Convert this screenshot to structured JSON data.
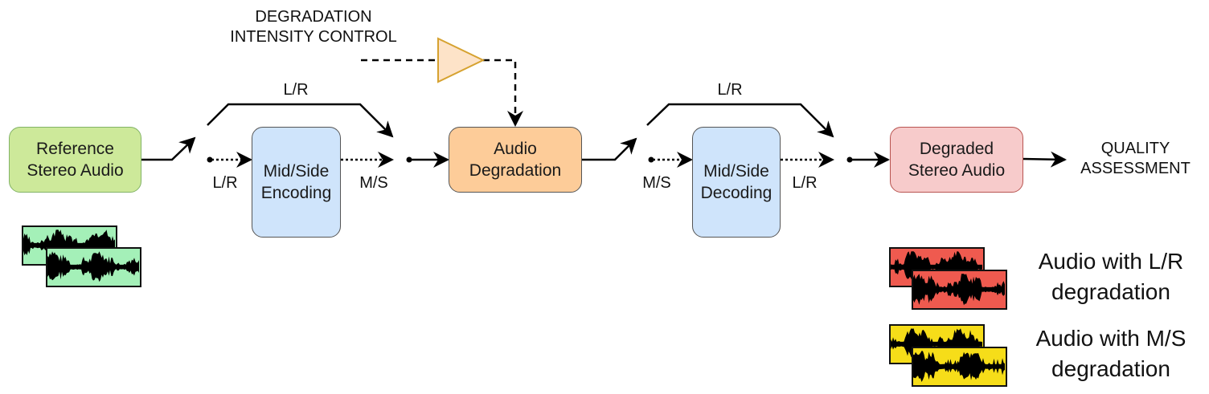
{
  "blocks": {
    "reference": {
      "label": "Reference\nStereo Audio",
      "fill": "#cde99a",
      "stroke": "#82b366"
    },
    "ms_encoding": {
      "label": "Mid/Side\nEncoding",
      "fill": "#cfe4fb",
      "stroke": "#555555"
    },
    "degradation": {
      "label": "Audio\nDegradation",
      "fill": "#fdcc99",
      "stroke": "#555555"
    },
    "ms_decoding": {
      "label": "Mid/Side\nDecoding",
      "fill": "#cfe4fb",
      "stroke": "#555555"
    },
    "degraded": {
      "label": "Degraded\nStereo Audio",
      "fill": "#f7cbcb",
      "stroke": "#b85450"
    }
  },
  "amplifier": {
    "fill": "#fde3c8",
    "stroke": "#d6a230"
  },
  "labels": {
    "intensity_control": "DEGRADATION\nINTENSITY CONTROL",
    "bypass_1": "L/R",
    "bypass_2": "L/R",
    "enc_in": "L/R",
    "enc_out": "M/S",
    "dec_in": "M/S",
    "dec_out": "L/R",
    "quality": "QUALITY\nASSESSMENT"
  },
  "legend": [
    {
      "label": "Audio with L/R\ndegradation",
      "color": "#ef5a4f"
    },
    {
      "label": "Audio with M/S\ndegradation",
      "color": "#f6dd19"
    }
  ],
  "reference_wave_color": "#a4f0b8"
}
